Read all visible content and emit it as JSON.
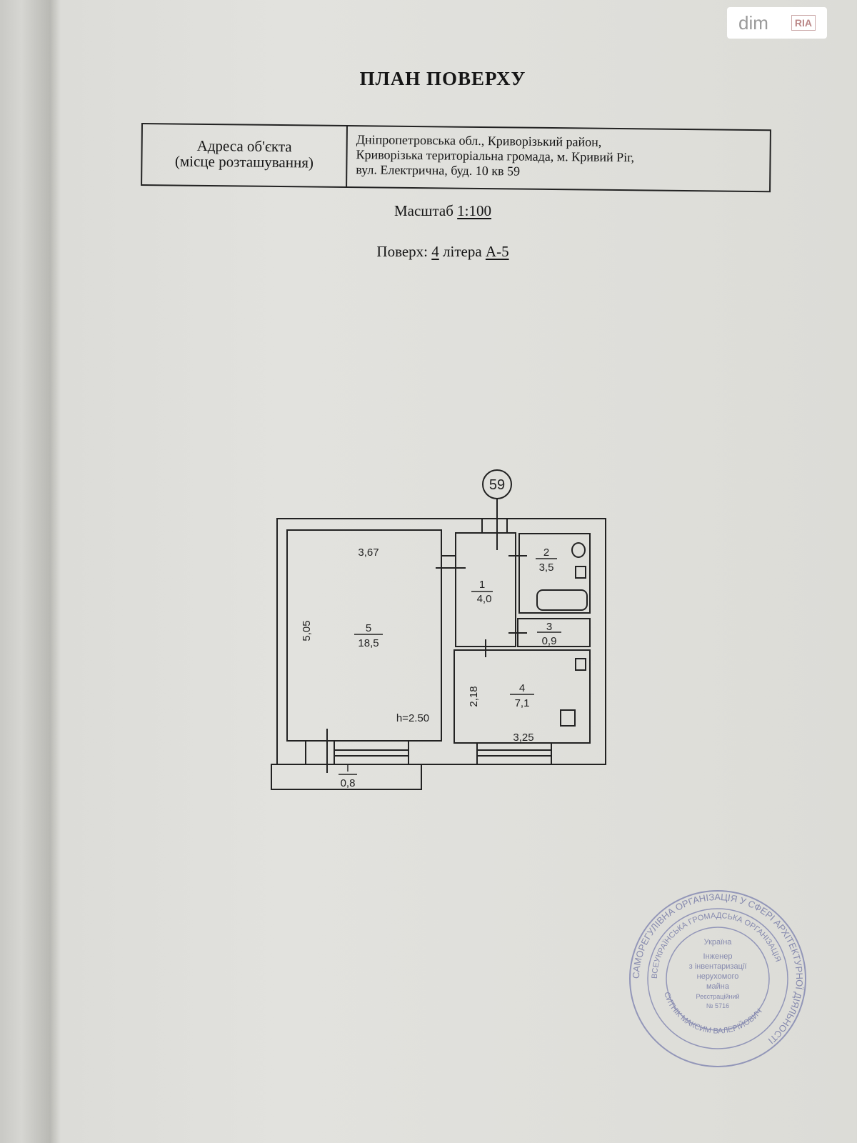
{
  "watermark": {
    "left": "dim",
    "right": "RIA"
  },
  "title": "ПЛАН ПОВЕРХУ",
  "address": {
    "label_line1": "Адреса об'єкта",
    "label_line2": "(місце розташування)",
    "value_line1": "Дніпропетровська обл., Криворізький район,",
    "value_line2": "Криворізька територіальна громада, м. Кривий Ріг,",
    "value_line3": "вул. Електрична, буд. 10 кв 59"
  },
  "scale": {
    "label": "Масштаб",
    "value": "1:100"
  },
  "floor": {
    "label": "Поверх:",
    "number": "4",
    "letter_label": "літера",
    "letter": "А-5"
  },
  "plan": {
    "apartment": "59",
    "height": "h=2.50",
    "rooms": [
      {
        "no": "1",
        "area": "4,0"
      },
      {
        "no": "2",
        "area": "3,5"
      },
      {
        "no": "3",
        "area": "0,9"
      },
      {
        "no": "4",
        "area": "7,1"
      },
      {
        "no": "5",
        "area": "18,5"
      },
      {
        "no": "I",
        "area": "0,8"
      }
    ],
    "dims": {
      "room5_width": "3,67",
      "room5_length": "5,05",
      "room4_width": "3,25",
      "room4_length": "2,18"
    }
  },
  "stamp": {
    "outer_ring": "САМОРЕГУЛІВНА ОРГАНІЗАЦІЯ У СФЕРІ АРХІТЕКТУРНОЇ ДІЯЛЬНОСТІ",
    "inner_ring": "ВСЕУКРАЇНСЬКА ГРОМАДСЬКА ОРГАНІЗАЦІЯ",
    "country": "Україна",
    "center_line1": "Інженер",
    "center_line2": "з інвентаризації",
    "center_line3": "нерухомого",
    "center_line4": "майна",
    "center_line5": "Реєстраційний",
    "center_line6": "№ 5716",
    "name": "СИТНІК МАКСИМ ВАЛЕРІЙОВИЧ"
  }
}
